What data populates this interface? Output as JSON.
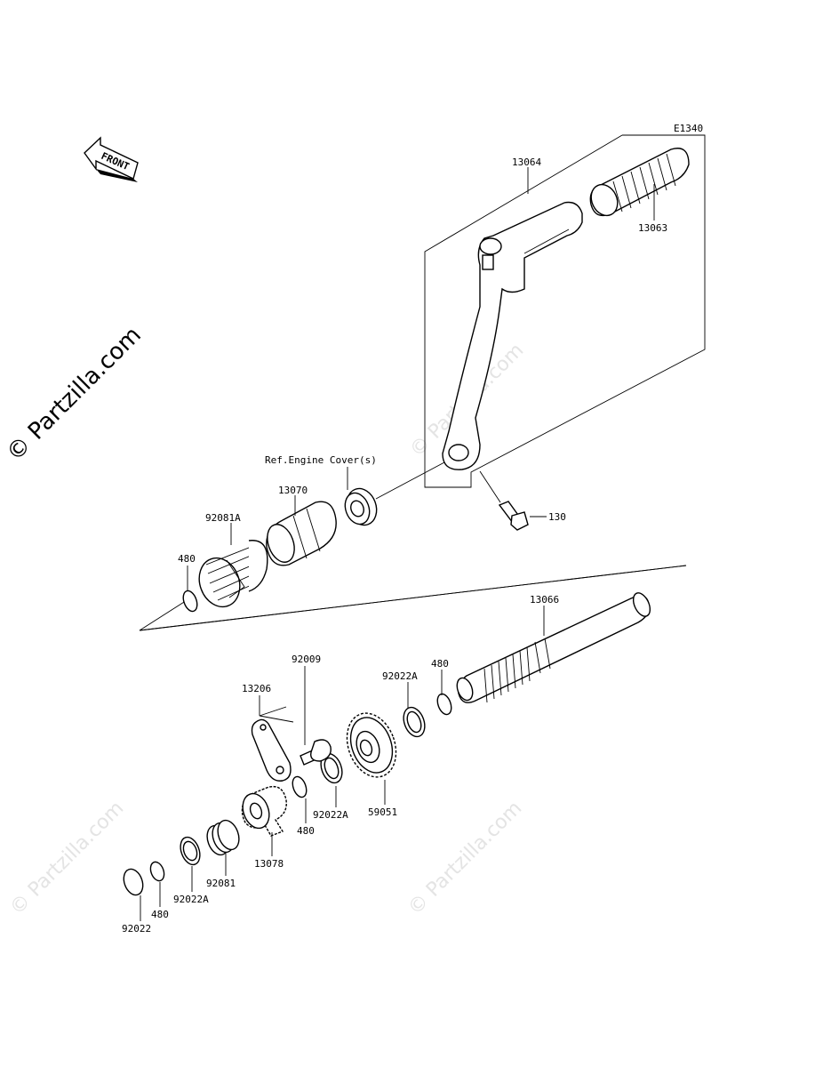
{
  "diagram_code": "E1340",
  "front_arrow_label": "FRONT",
  "watermark_main": "© Partzilla.com",
  "watermark_faint": "© Partzilla.com",
  "reference_label": "Ref.Engine Cover(s)",
  "callouts": {
    "p13064": "13064",
    "p13063": "13063",
    "p130": "130",
    "p13070": "13070",
    "p92081A": "92081A",
    "p480_top": "480",
    "p13066": "13066",
    "p92009": "92009",
    "p13206": "13206",
    "p92022A_top": "92022A",
    "p480_mid": "480",
    "p59051": "59051",
    "p92022A_mid": "92022A",
    "p480_low": "480",
    "p13078": "13078",
    "p92081": "92081",
    "p92022A_low": "92022A",
    "p480_bottom": "480",
    "p92022": "92022"
  }
}
